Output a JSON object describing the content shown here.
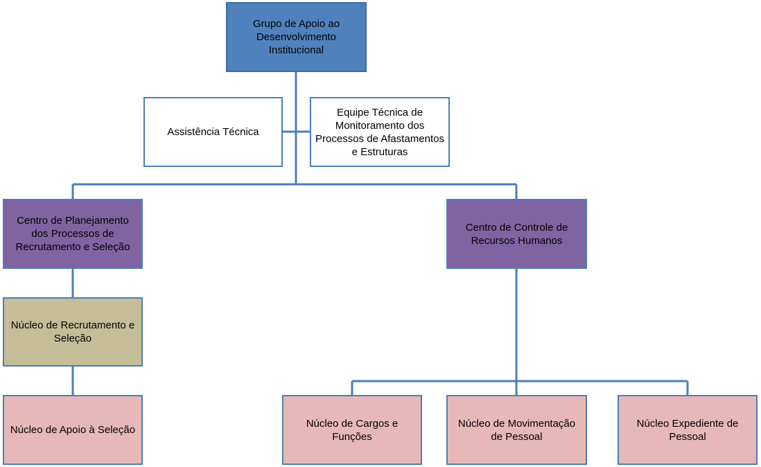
{
  "colors": {
    "connector": "#4A7EBB",
    "top": "#4F81BD",
    "staff": "#FFFFFF",
    "center": "#8064A2",
    "nucleo_primary": "#C4BD97",
    "nucleo_leaf": "#E6B9B8"
  },
  "nodes": {
    "grupo": "Grupo de Apoio ao\nDesenvolvimento\nInstitucional",
    "assistencia": "Assistência Técnica",
    "equipe": "Equipe Técnica de\nMonitoramento dos\nProcessos de Afastamentos\ne Estruturas",
    "centro_planejamento": "Centro de Planejamento\ndos Processos de\nRecrutamento e Seleção",
    "centro_controle": "Centro de Controle de\nRecursos Humanos",
    "nucleo_recrutamento": "Núcleo de Recrutamento e\nSeleção",
    "nucleo_apoio": "Núcleo de Apoio à Seleção",
    "nucleo_cargos": "Núcleo de Cargos e\nFunções",
    "nucleo_movimentacao": "Núcleo de Movimentação\nde Pessoal",
    "nucleo_expediente": "Núcleo Expediente de\nPessoal"
  }
}
